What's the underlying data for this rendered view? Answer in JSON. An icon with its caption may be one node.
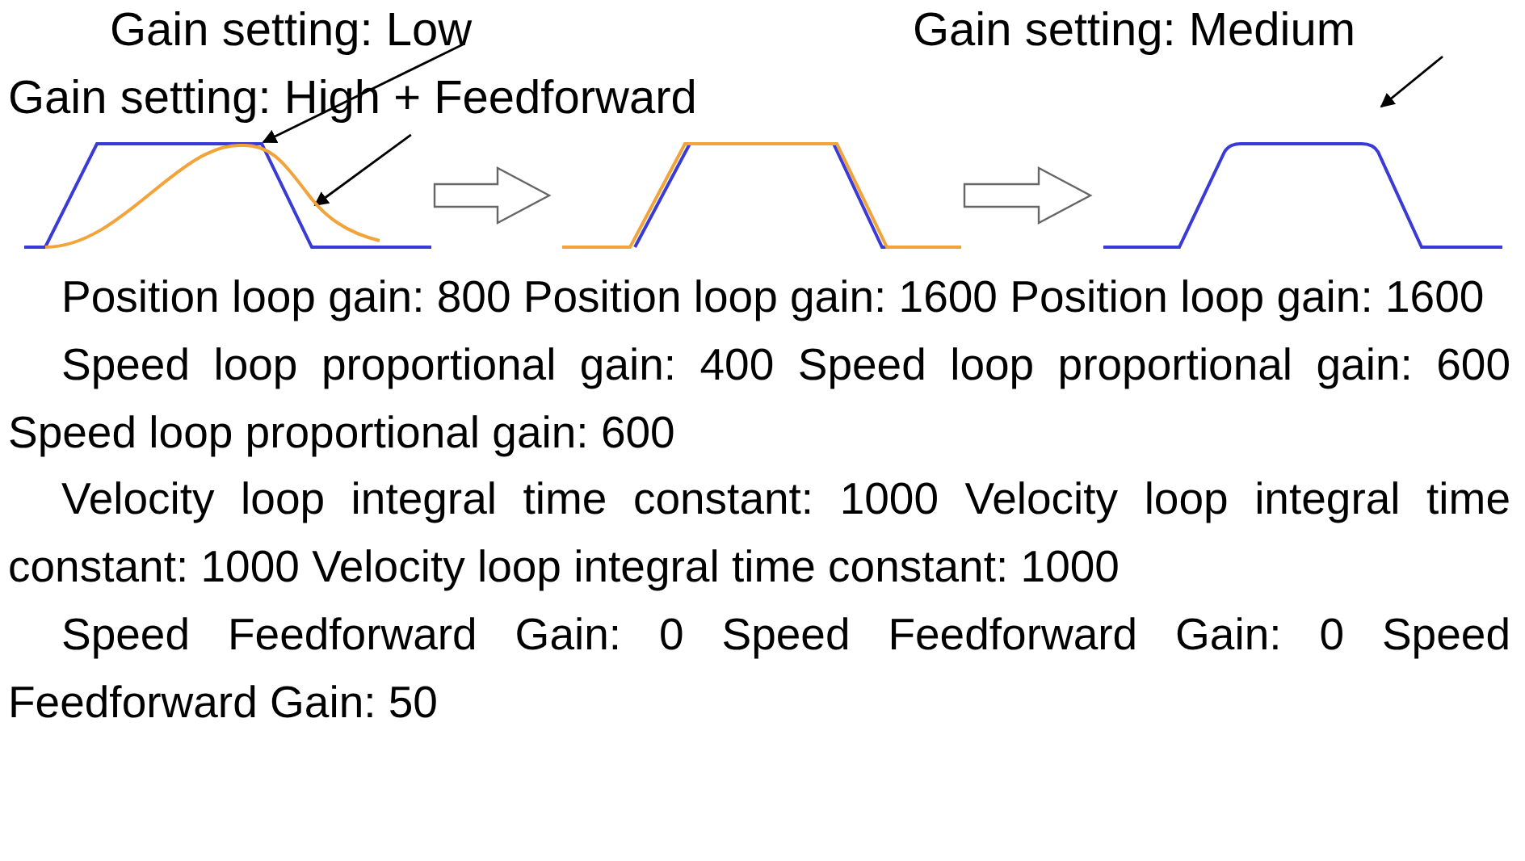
{
  "diagram": {
    "nodes": [
      {
        "text": [
          "Gain setting: Low"
        ]
      },
      {
        "text": [
          "Gain setting: High + Feedforward"
        ]
      },
      {
        "text": [],
        "shape": "picture"
      },
      {
        "text": [],
        "shape": "picture"
      },
      {
        "text": [],
        "shape": "picture"
      }
    ],
    "edges": [
      {
        "from": 0,
        "to": 2,
        "arrow": "to"
      },
      {
        "from": 1,
        "to": 2,
        "arrow": "to"
      },
      {
        "from": null,
        "to": 4,
        "arrow": "to"
      },
      {
        "from": 2,
        "to": 3,
        "arrow": "to",
        "style": "thick"
      },
      {
        "from": 3,
        "to": 4,
        "arrow": "to",
        "style": "thick"
      }
    ],
    "labels": [
      "Gain setting: Medium",
      "Position loop gain: 800",
      "Position loop gain: 1600",
      "Position loop gain: 1600",
      "Speed loop proportional gain: 400",
      "Speed loop proportional gain: 600",
      "Speed loop proportional gain: 600",
      "Velocity loop integral time constant: 1000",
      "Velocity loop integral time constant: 1000",
      "Velocity loop integral time constant: 1000",
      "Speed Feedforward Gain: 0",
      "Speed Feedforward Gain: 0",
      "Speed Feedforward Gain: 50"
    ]
  }
}
